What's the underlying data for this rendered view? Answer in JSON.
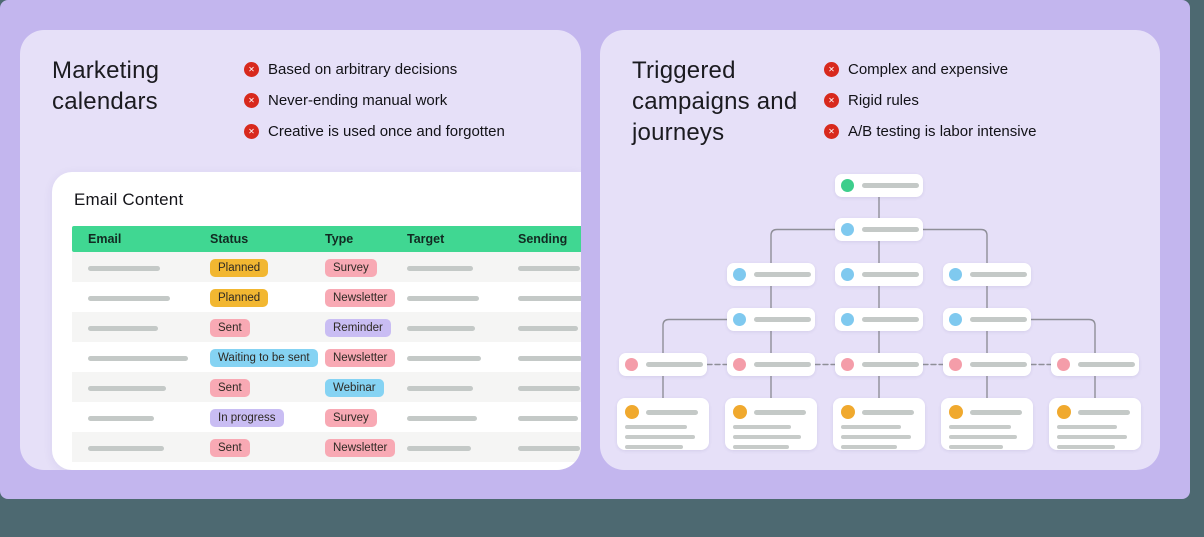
{
  "left_panel": {
    "title": "Marketing calendars",
    "pain_points": [
      "Based on arbitrary decisions",
      "Never-ending manual work",
      "Creative is used once and forgotten"
    ],
    "table": {
      "title": "Email Content",
      "columns": [
        "Email",
        "Status",
        "Type",
        "Target",
        "Sending"
      ],
      "rows": [
        {
          "status": {
            "label": "Planned",
            "variant": "amber"
          },
          "type": {
            "label": "Survey",
            "variant": "pink"
          }
        },
        {
          "status": {
            "label": "Planned",
            "variant": "amber"
          },
          "type": {
            "label": "Newsletter",
            "variant": "pink"
          }
        },
        {
          "status": {
            "label": "Sent",
            "variant": "pink"
          },
          "type": {
            "label": "Reminder",
            "variant": "lavender"
          }
        },
        {
          "status": {
            "label": "Waiting to be sent",
            "variant": "blue"
          },
          "type": {
            "label": "Newsletter",
            "variant": "pink"
          }
        },
        {
          "status": {
            "label": "Sent",
            "variant": "pink"
          },
          "type": {
            "label": "Webinar",
            "variant": "blue"
          }
        },
        {
          "status": {
            "label": "In progress",
            "variant": "lavender"
          },
          "type": {
            "label": "Survey",
            "variant": "pink"
          }
        },
        {
          "status": {
            "label": "Sent",
            "variant": "pink"
          },
          "type": {
            "label": "Newsletter",
            "variant": "pink"
          }
        }
      ]
    }
  },
  "right_panel": {
    "title": "Triggered campaigns and journeys",
    "pain_points": [
      "Complex and expensive",
      "Rigid rules",
      "A/B testing is labor intensive"
    ],
    "diagram": {
      "type": "journey-tree",
      "levels": [
        1,
        1,
        3,
        3,
        5,
        5
      ],
      "node_dots": [
        "green",
        "blue",
        "blue",
        "blue",
        "blue",
        "blue",
        "blue",
        "blue",
        "pink",
        "pink",
        "pink",
        "pink",
        "pink"
      ],
      "card_dots": [
        "yellow",
        "yellow",
        "yellow",
        "yellow",
        "yellow"
      ]
    }
  },
  "colors": {
    "page_background": "#4D6971",
    "hero_background": "#C3B6EE",
    "panel_background": "#E6E0F8",
    "card_background": "#FFFFFF",
    "table_header_green": "#40D792",
    "error_red": "#D8291D",
    "badge_amber": "#F2B731",
    "badge_pink": "#F8A9B4",
    "badge_blue": "#85D3F3",
    "badge_lavender": "#C9BDF3",
    "dot_green": "#3DCE8C",
    "dot_blue": "#7FC9EF",
    "dot_pink": "#F49DA9",
    "dot_yellow": "#F0A92E",
    "connector_gray": "#8F8F98",
    "placeholder_gray": "#C4C9C7"
  }
}
